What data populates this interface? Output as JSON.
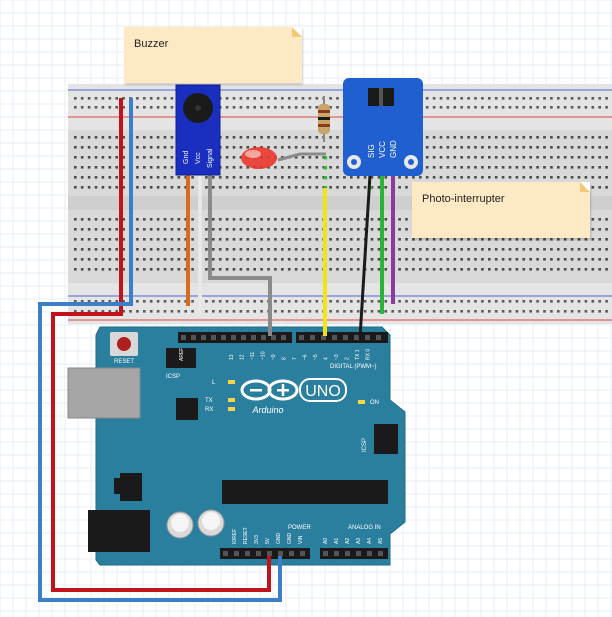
{
  "notes": {
    "buzzer": "Buzzer",
    "photo": "Photo-interrupter"
  },
  "buzzer": {
    "pins": [
      "Gnd",
      "Vcc",
      "Signal"
    ]
  },
  "sensor": {
    "pins": [
      "SIG",
      "VCC",
      "GND"
    ]
  },
  "arduino": {
    "logo": "UNO",
    "brand": "Arduino",
    "reset": "RESET",
    "icsp": "ICSP",
    "icsp2": "ICSP",
    "digital": "DIGITAL (PWM~)",
    "power": "POWER",
    "analog": "ANALOG IN",
    "led_l": "L",
    "tx": "TX",
    "rx": "RX",
    "on": "ON",
    "aref": "AREF",
    "gnd": "GND",
    "digital_pins": [
      "13",
      "12",
      "~11",
      "~10",
      "~9",
      "8",
      "7",
      "~6",
      "~5",
      "4",
      "~3",
      "2",
      "TX 1",
      "RX 0"
    ],
    "power_pins": [
      "IOREF",
      "RESET",
      "3V3",
      "5V",
      "GND",
      "GND",
      "VIN"
    ],
    "analog_pins": [
      "A0",
      "A1",
      "A2",
      "A3",
      "A4",
      "A5"
    ]
  },
  "colors": {
    "board": "#2b7f9e",
    "wire_red": "#c0141a",
    "wire_blue": "#3a7fc8",
    "wire_orange": "#d96b1c",
    "wire_gray": "#8a8a8a",
    "wire_yellow": "#f2e21a",
    "wire_black": "#1a1a1a",
    "wire_green": "#2bb23a",
    "wire_purple": "#8a3aa0",
    "sensor_blue": "#1f5fd0",
    "buzzer_blue": "#1a2fc0",
    "led_red": "#e8362a",
    "note_bg": "#fde9c4"
  }
}
